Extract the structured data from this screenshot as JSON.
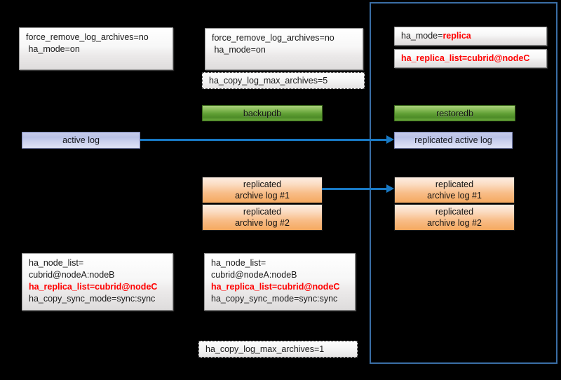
{
  "diagram": {
    "title": "CUBRID HA replica setup",
    "background_color": "#000000",
    "accent_color": "#1879c4",
    "highlight_color": "#ff0000"
  },
  "group_box": {
    "label": "replica-node-group",
    "border_color": "#3a6ea5"
  },
  "left_column": {
    "config_top": {
      "line1": "force_remove_log_archives=no",
      "line2": " ha_mode=on"
    },
    "active_log": {
      "label": "active log"
    },
    "config_bottom": {
      "line1": "ha_node_list=",
      "line2": "cubrid@nodeA:nodeB",
      "line3": "ha_replica_list=cubrid@nodeC",
      "line4": "ha_copy_sync_mode=sync:sync"
    }
  },
  "middle_column": {
    "config_top": {
      "line1": "force_remove_log_archives=no",
      "line2": " ha_mode=on"
    },
    "config_dashed": {
      "text": "ha_copy_log_max_archives=5"
    },
    "command": {
      "label": "backupdb"
    },
    "archive_logs": [
      {
        "line1": "replicated",
        "line2": "archive  log #1"
      },
      {
        "line1": "replicated",
        "line2": "archive log #2"
      }
    ],
    "config_bottom": {
      "line1": "ha_node_list=",
      "line2": "cubrid@nodeA:nodeB",
      "line3": "ha_replica_list=cubrid@nodeC",
      "line4": "ha_copy_sync_mode=sync:sync"
    },
    "config_dashed_bottom": {
      "text": "ha_copy_log_max_archives=1"
    }
  },
  "right_column": {
    "config_mode": {
      "prefix": "ha_mode=",
      "value": "replica"
    },
    "config_replica_list": {
      "text": "ha_replica_list=cubrid@nodeC"
    },
    "command": {
      "label": "restoredb"
    },
    "replicated_active_log": {
      "label": "replicated active log"
    },
    "archive_logs": [
      {
        "line1": "replicated",
        "line2": "archive  log #1"
      },
      {
        "line1": "replicated",
        "line2": "archive log #2"
      }
    ]
  },
  "arrows": [
    {
      "name": "active-log-to-replicated-active-log"
    },
    {
      "name": "archive-log-to-replicated-archive-log"
    }
  ]
}
